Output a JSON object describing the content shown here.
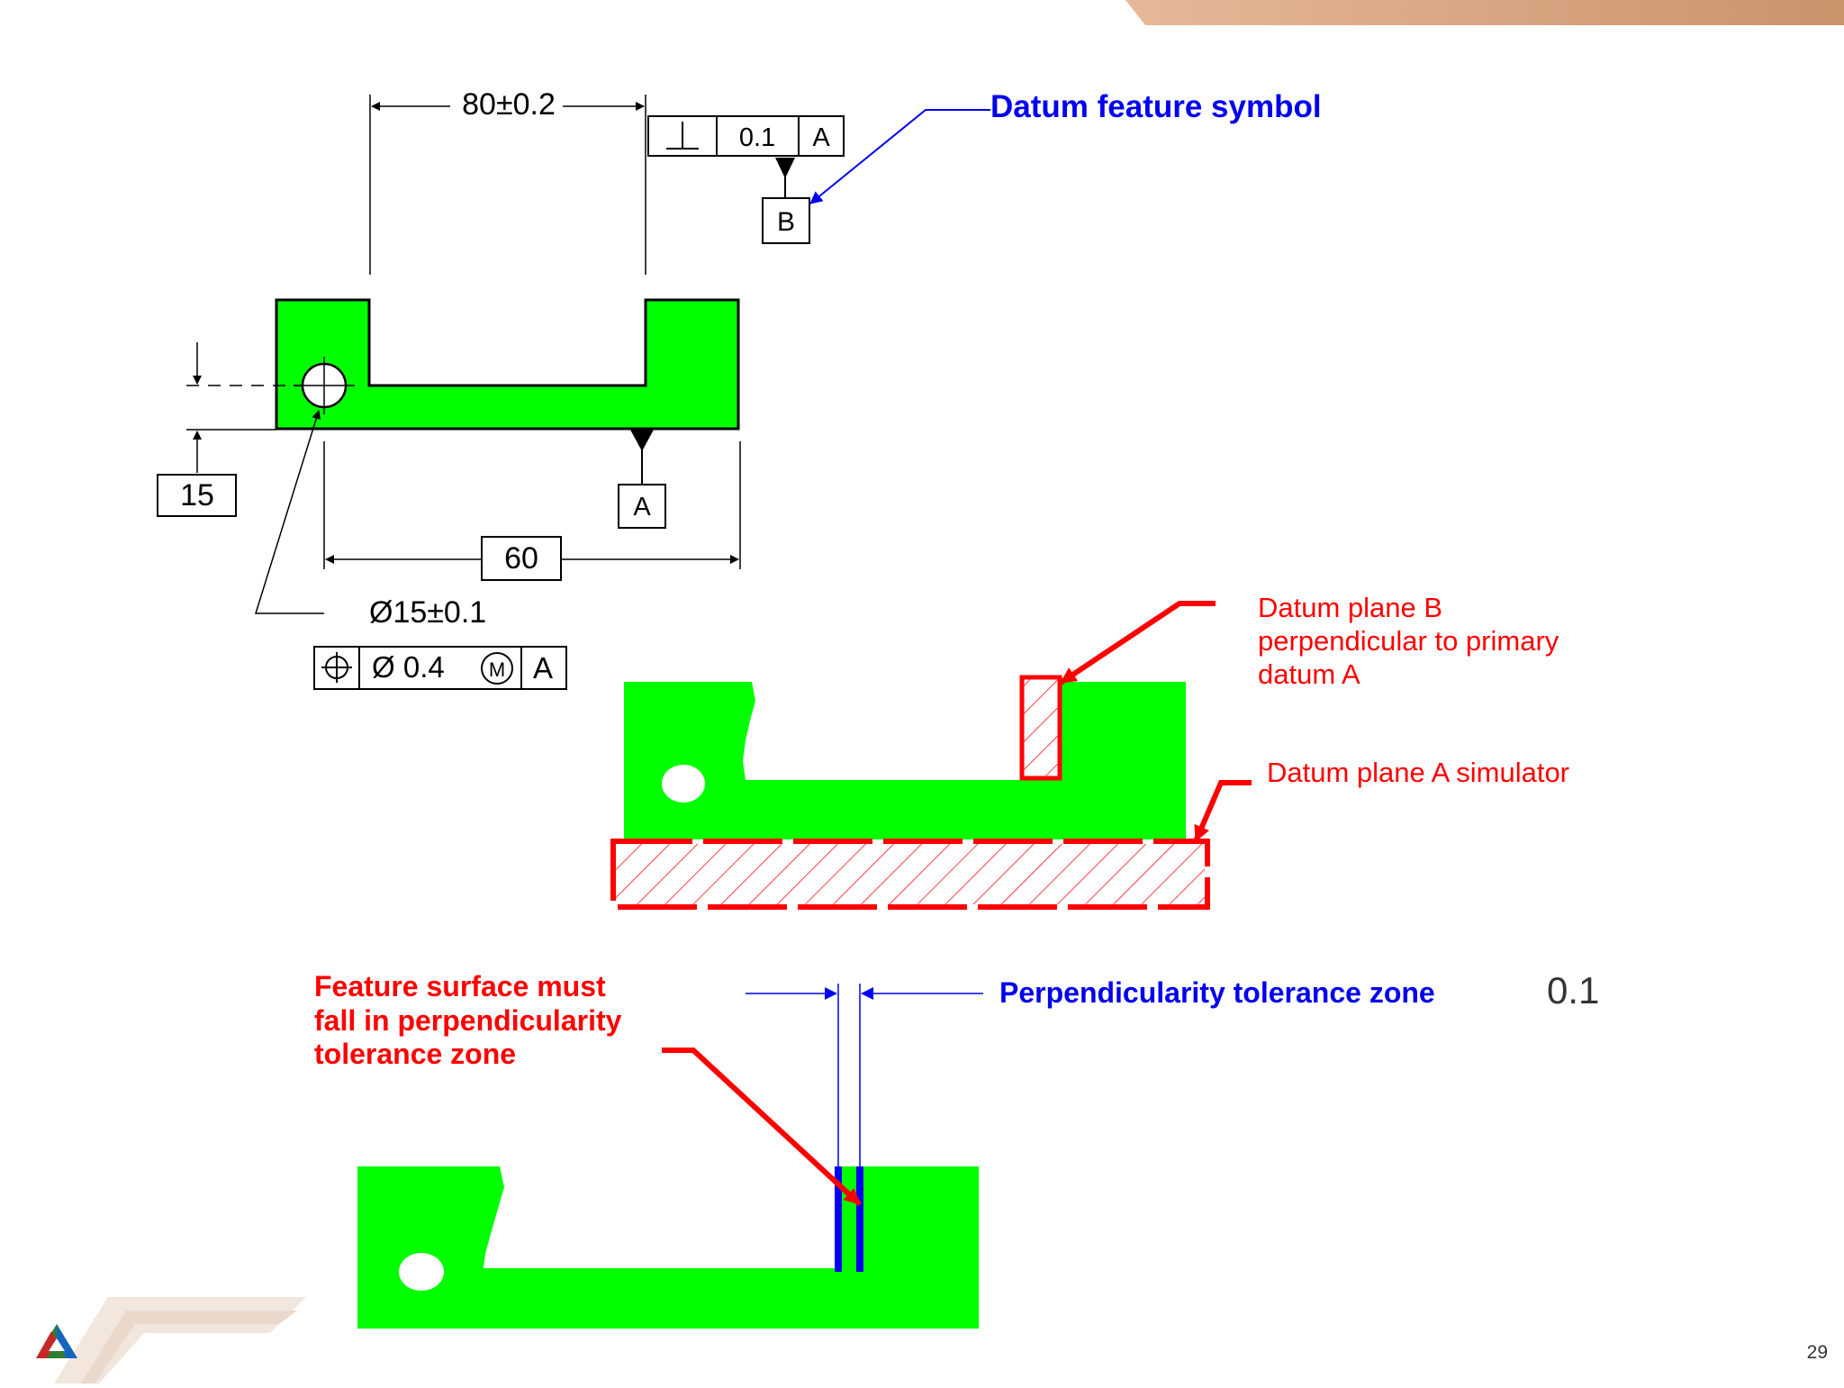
{
  "colors": {
    "part_fill": "#00ff00",
    "annotation_red": "#ff0000",
    "annotation_blue": "#0000ee",
    "header_band": "#d4a07a"
  },
  "drawing1": {
    "dim_top": "80±0.2",
    "dim_bottom": "60",
    "dim_left": "15",
    "hole_dim": "Ø15±0.1",
    "fcf_perp": {
      "tolerance": "0.1",
      "datum": "A"
    },
    "datum_b_label": "B",
    "datum_a_label": "A",
    "fcf_position": {
      "tolerance": "Ø 0.4",
      "modifier": "M",
      "datum": "A"
    }
  },
  "callouts": {
    "datum_feature_symbol": "Datum feature symbol",
    "datum_plane_b": [
      "Datum plane B",
      "perpendicular to primary",
      "datum A"
    ],
    "datum_plane_a": "Datum plane A simulator",
    "feature_surface": [
      "Feature surface must",
      "fall in perpendicularity",
      "tolerance zone"
    ],
    "perp_zone": "Perpendicularity tolerance zone",
    "perp_value": "0.1"
  },
  "footer": {
    "page_number": "29"
  },
  "icons": [
    "logo-icon",
    "perpendicularity-symbol-icon",
    "position-symbol-icon",
    "mmc-modifier-icon"
  ]
}
